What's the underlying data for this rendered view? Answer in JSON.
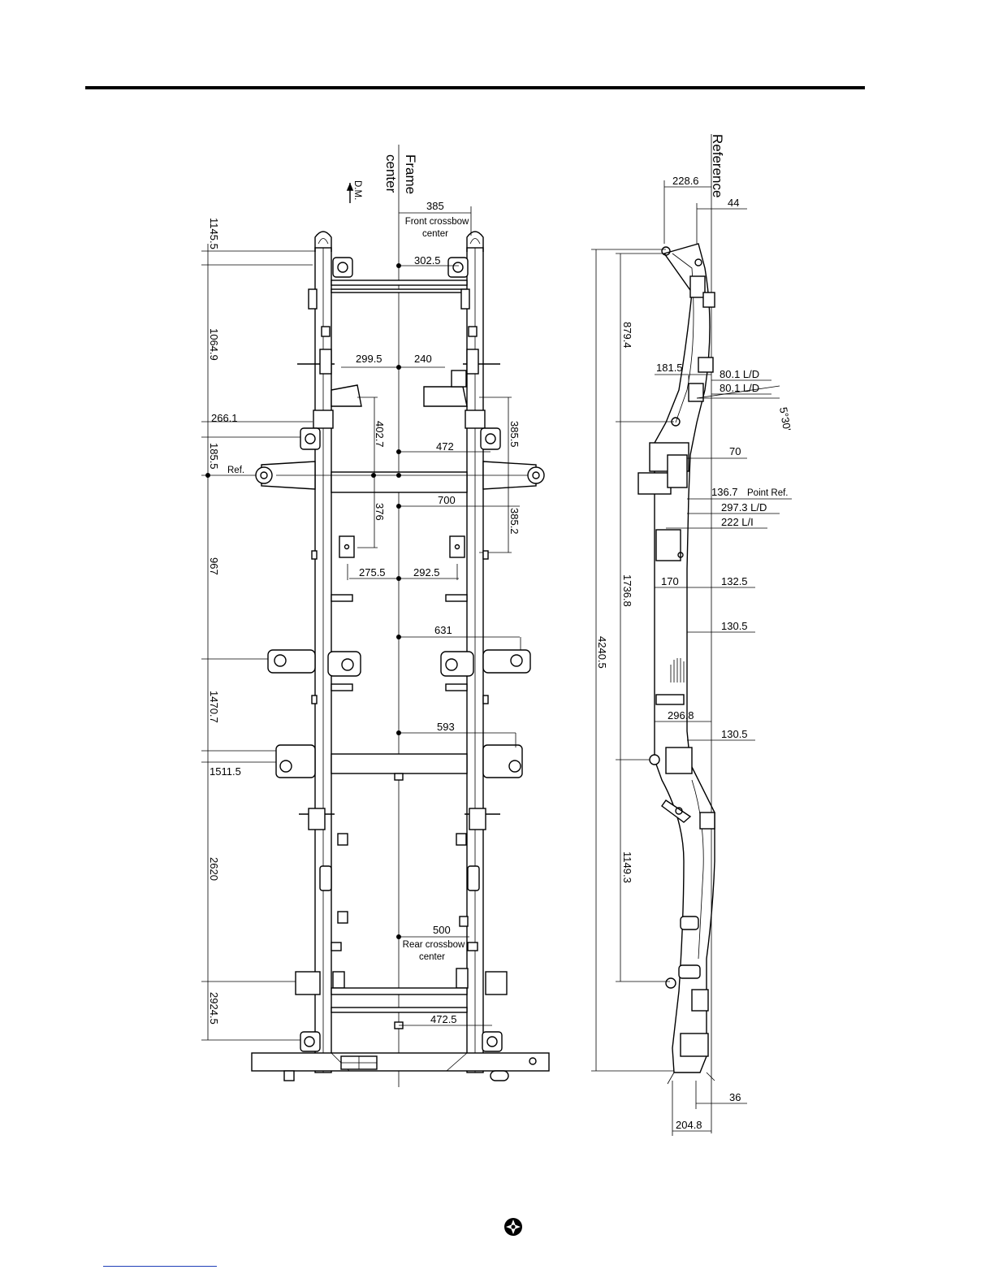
{
  "labels": {
    "frame_center": "Frame\ncenter",
    "direction": "D.M.",
    "reference": "Reference",
    "front_crossbow": "Front crossbow\ncenter",
    "rear_crossbow": "Rear crossbow\ncenter",
    "ref": "Ref.",
    "point_ref": "Point Ref."
  },
  "plan_view": {
    "vertical_dims": [
      "1145.5",
      "1064.9",
      "266.1",
      "185.5",
      "967",
      "1470.7",
      "1511.5",
      "2620",
      "2924.5"
    ],
    "horizontal_dims": [
      "385",
      "302.5",
      "299.5",
      "240",
      "472",
      "700",
      "275.5",
      "292.5",
      "631",
      "593",
      "500",
      "472.5"
    ],
    "inner_vertical_dims": [
      "402.7",
      "376",
      "385.5",
      "385.2"
    ]
  },
  "side_view": {
    "top_dims": [
      "228.6",
      "44"
    ],
    "vertical_dims": [
      "879.4",
      "4240.5",
      "1736.8",
      "1149.3"
    ],
    "right_dims": [
      "181.5",
      "80.1  L/D",
      "80.1  L/D",
      "5°30'",
      "70",
      "136.7",
      "297.3  L/D",
      "222  L/I",
      "170",
      "132.5",
      "130.5",
      "296.8",
      "130.5"
    ],
    "bottom_dims": [
      "36",
      "204.8"
    ]
  },
  "colors": {
    "line": "#000000",
    "footer_link": "#1f3fb8"
  },
  "icons": {
    "footer_logo": "compass-star-logo"
  }
}
